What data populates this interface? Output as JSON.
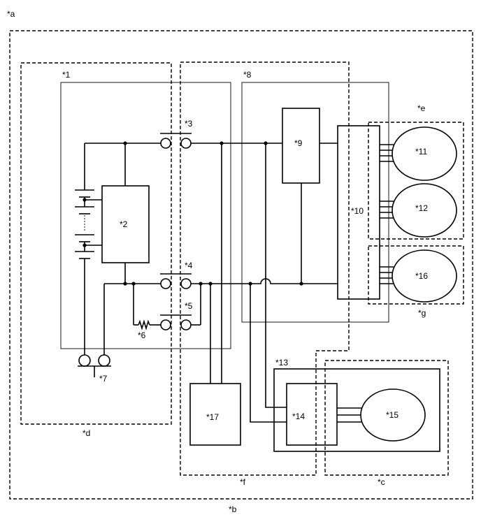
{
  "labels": {
    "a": "*a",
    "b": "*b",
    "c": "*c",
    "d": "*d",
    "e": "*e",
    "f": "*f",
    "g": "*g",
    "n1": "*1",
    "n2": "*2",
    "n3": "*3",
    "n4": "*4",
    "n5": "*5",
    "n6": "*6",
    "n7": "*7",
    "n8": "*8",
    "n9": "*9",
    "n10": "*10",
    "n11": "*11",
    "n12": "*12",
    "n13": "*13",
    "n14": "*14",
    "n15": "*15",
    "n16": "*16",
    "n17": "*17"
  }
}
